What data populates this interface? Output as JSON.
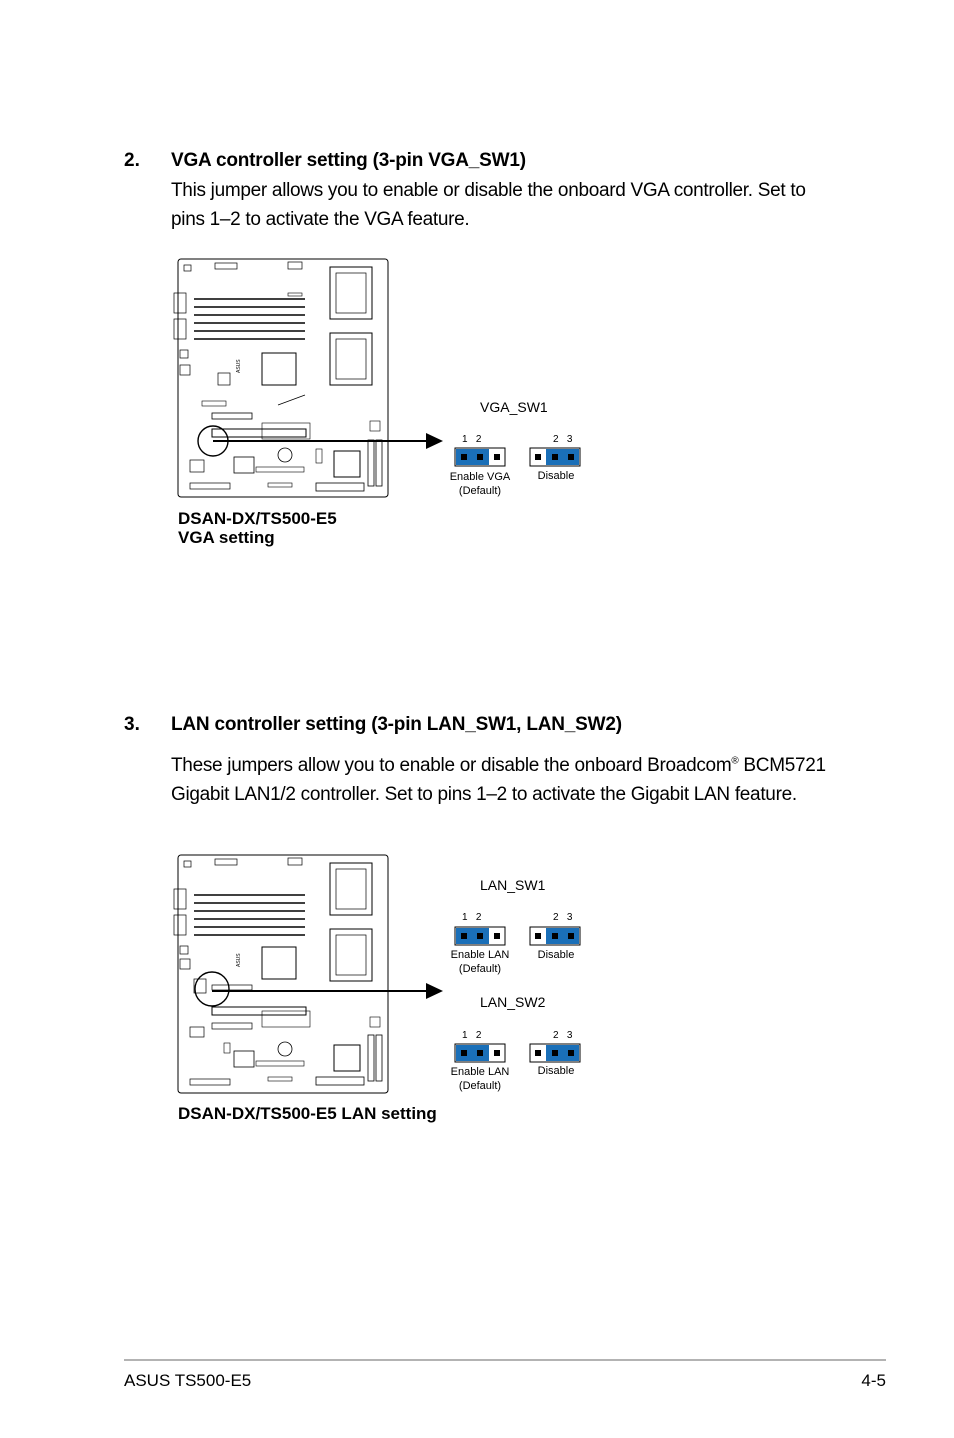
{
  "section2": {
    "number": "2.",
    "title": "VGA controller setting (3-pin VGA_SW1)",
    "text": "This jumper allows you to enable or disable the onboard VGA controller. Set to pins 1–2 to activate the VGA feature.",
    "caption_line1": "DSAN-DX/TS500-E5",
    "caption_line2": "VGA setting",
    "jumper": {
      "name": "VGA_SW1",
      "left_pins": "1   2",
      "right_pins": "2   3",
      "enable_label": "Enable VGA",
      "enable_sub": "(Default)",
      "disable_label": "Disable"
    },
    "board_brand": "ASUS"
  },
  "section3": {
    "number": "3.",
    "title": "LAN controller setting (3-pin LAN_SW1, LAN_SW2)",
    "text_part1": "These jumpers allow you to enable or disable the onboard Broadcom",
    "registered": "®",
    "text_part2": "BCM5721 Gigabit LAN1/2 controller. Set to pins 1–2 to activate the Gigabit LAN feature.",
    "caption": "DSAN-DX/TS500-E5 LAN setting",
    "jumper1": {
      "name": "LAN_SW1",
      "left_pins": "1   2",
      "right_pins": "2   3",
      "enable_label": "Enable LAN",
      "enable_sub": "(Default)",
      "disable_label": "Disable"
    },
    "jumper2": {
      "name": "LAN_SW2",
      "left_pins": "1   2",
      "right_pins": "2   3",
      "enable_label": "Enable LAN",
      "enable_sub": "(Default)",
      "disable_label": "Disable"
    },
    "board_brand": "ASUS"
  },
  "footer": {
    "left": "ASUS TS500-E5",
    "right": "4-5"
  },
  "colors": {
    "jumper_blue": "#1a6fb8",
    "rule_gray": "#b3b3b3"
  }
}
